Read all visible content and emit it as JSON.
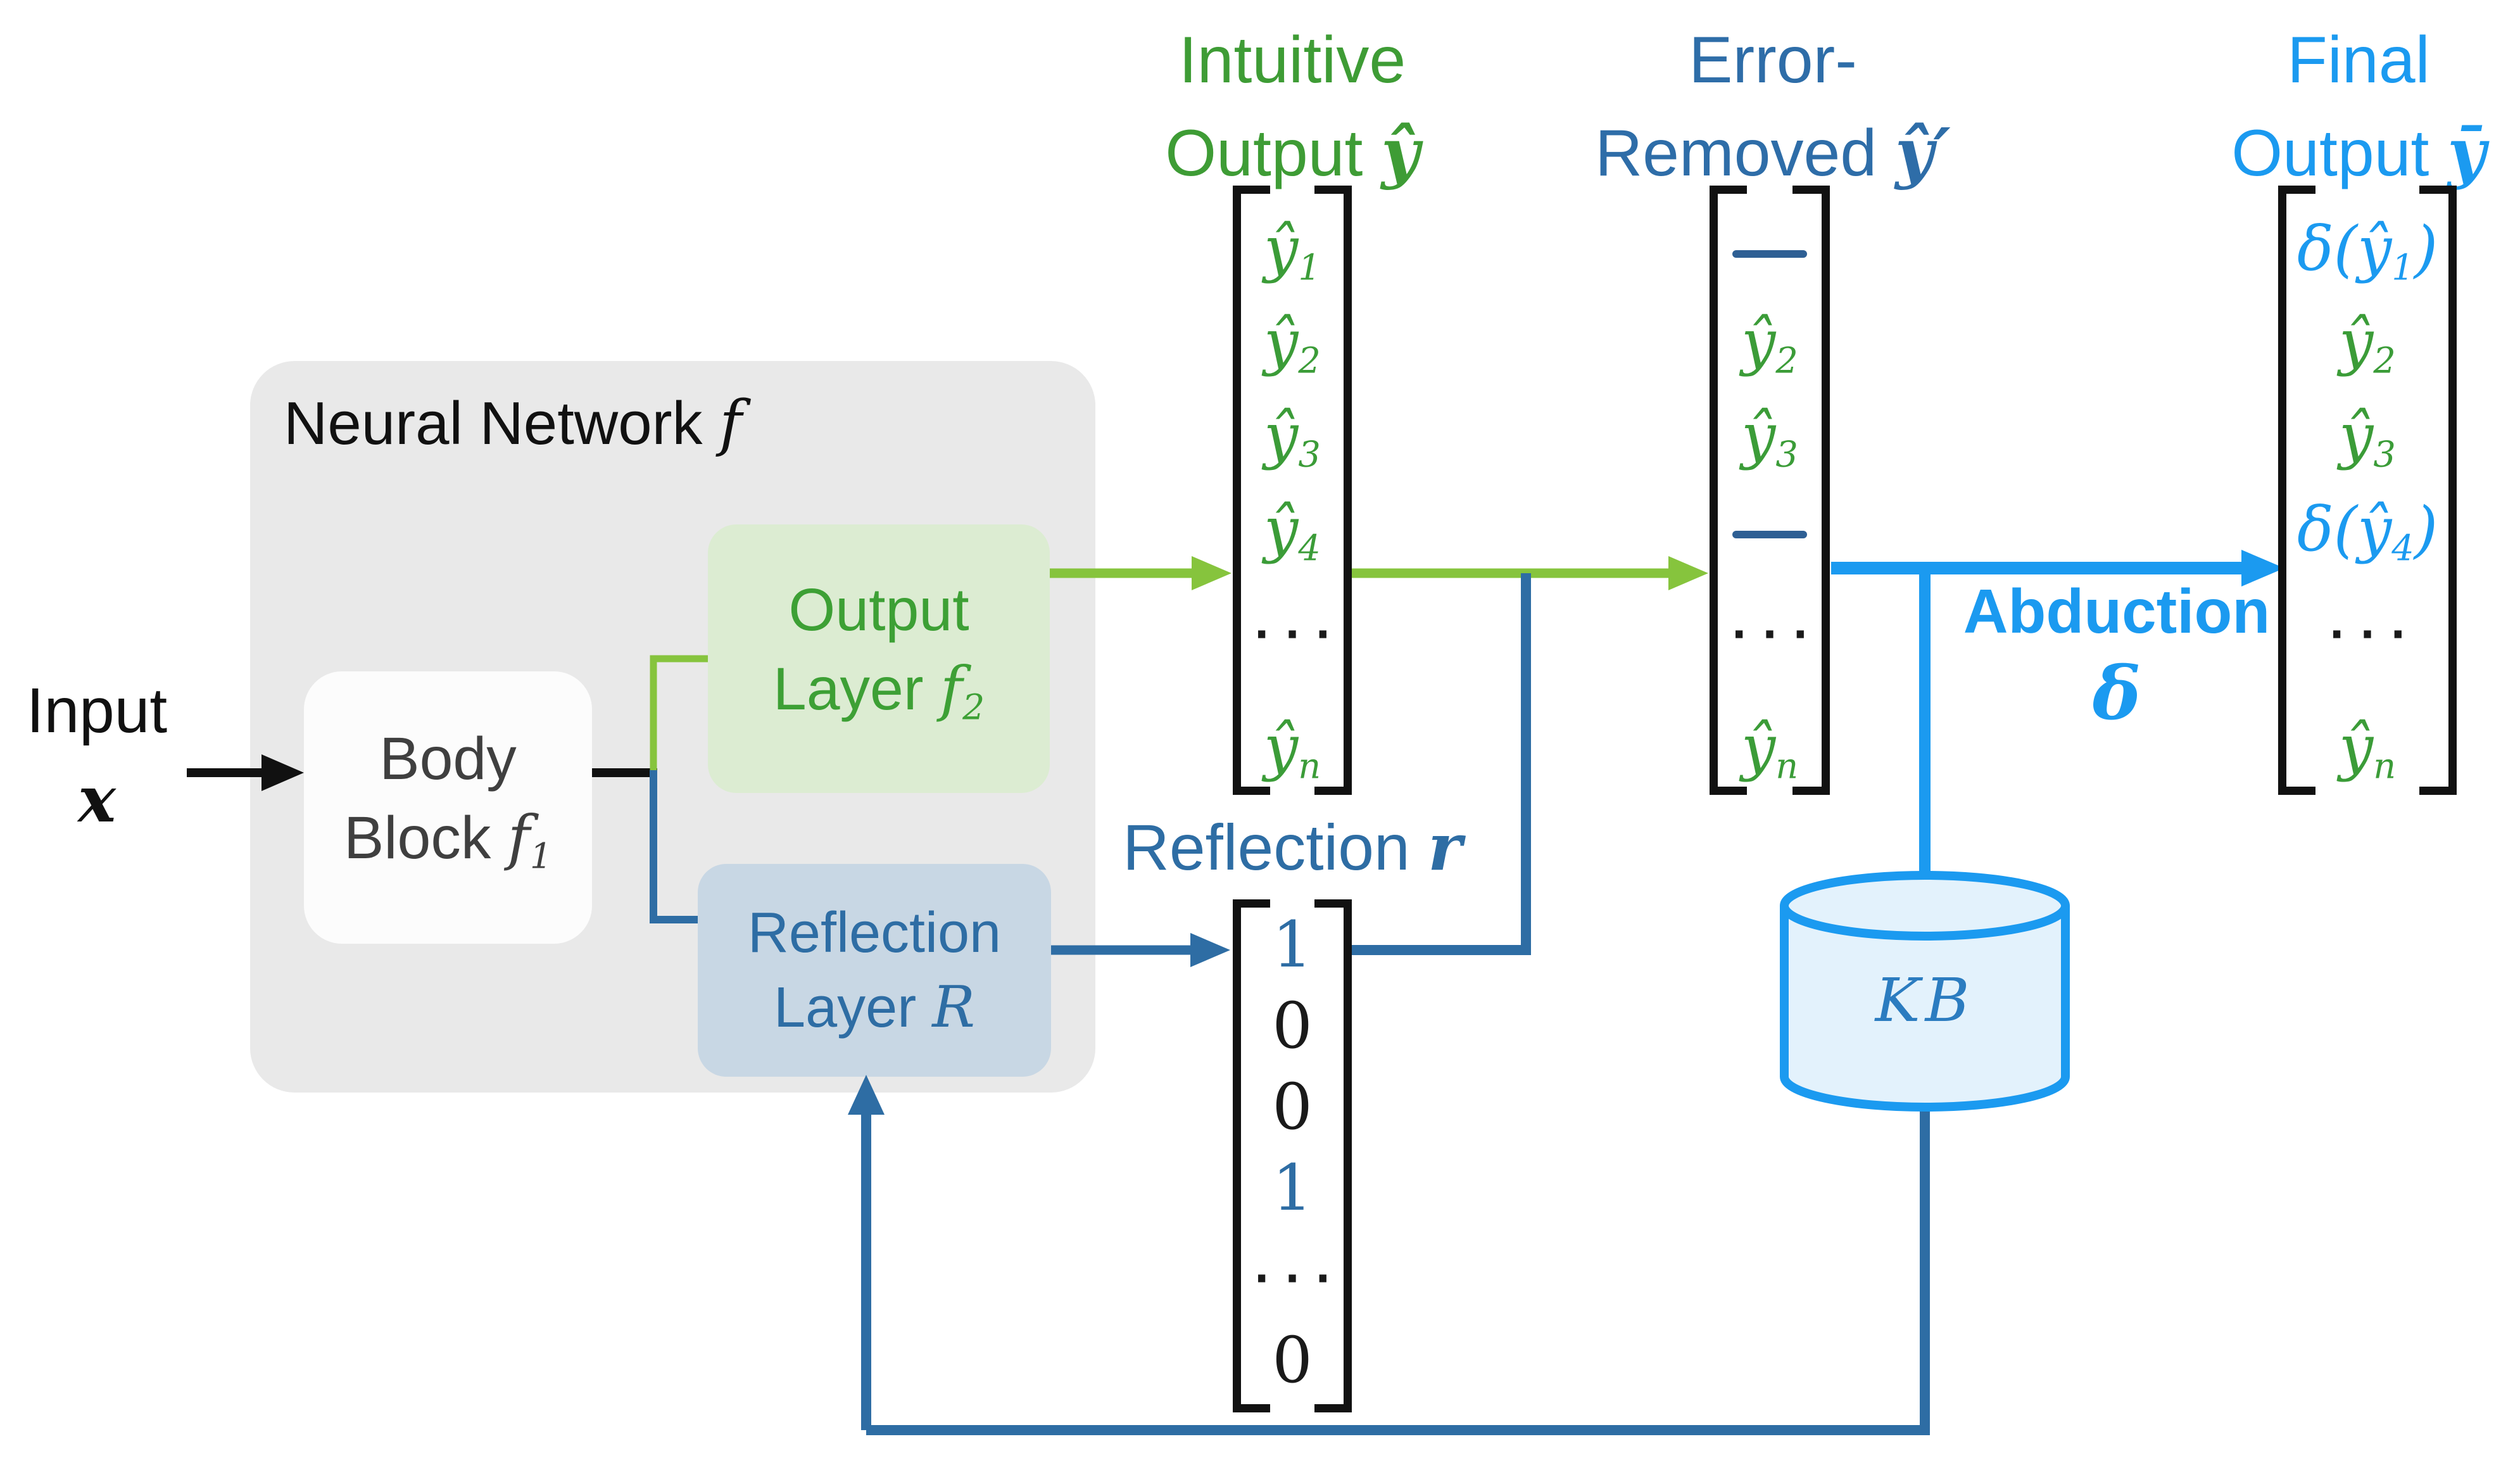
{
  "input": {
    "label": "Input",
    "symbol": "x"
  },
  "nn_box": {
    "title": "Neural Network ",
    "symbol": "f"
  },
  "body_block": {
    "line1": "Body",
    "line2": "Block ",
    "symbol": "f",
    "sub": "1"
  },
  "output_layer": {
    "line1": "Output",
    "line2": "Layer ",
    "symbol": "f",
    "sub": "2"
  },
  "reflection_layer": {
    "line1": "Reflection",
    "line2": "Layer ",
    "symbol": "R"
  },
  "headers": {
    "intuitive": {
      "line1": "Intuitive",
      "line2": "Output ",
      "math": "ŷ"
    },
    "error_removed": {
      "line1": "Error-",
      "line2": "Removed ",
      "math": "ŷ′"
    },
    "final": {
      "line1": "Final",
      "line2": "Output ",
      "math": "ȳ"
    }
  },
  "reflection_title": {
    "label": "Reflection ",
    "math": "r"
  },
  "abduction": {
    "label": "Abduction",
    "math": "δ"
  },
  "kb": {
    "label": "KB"
  },
  "vectors": {
    "intuitive": {
      "rows": [
        {
          "m": "ŷ",
          "s": "1",
          "c": "green"
        },
        {
          "m": "ŷ",
          "s": "2",
          "c": "green"
        },
        {
          "m": "ŷ",
          "s": "3",
          "c": "green"
        },
        {
          "m": "ŷ",
          "s": "4",
          "c": "green"
        },
        {
          "m": "···",
          "c": "dots"
        },
        {
          "m": "ŷ",
          "s": "n",
          "c": "green"
        }
      ]
    },
    "error_removed": {
      "rows": [
        {
          "bar": true
        },
        {
          "m": "ŷ",
          "s": "2",
          "c": "green"
        },
        {
          "m": "ŷ",
          "s": "3",
          "c": "green"
        },
        {
          "bar": true
        },
        {
          "m": "···",
          "c": "dots"
        },
        {
          "m": "ŷ",
          "s": "n",
          "c": "green"
        }
      ]
    },
    "final": {
      "rows": [
        {
          "pre": "δ(",
          "m": "ŷ",
          "s": "1",
          "post": ")",
          "c": "blue"
        },
        {
          "m": "ŷ",
          "s": "2",
          "c": "green"
        },
        {
          "m": "ŷ",
          "s": "3",
          "c": "green"
        },
        {
          "pre": "δ(",
          "m": "ŷ",
          "s": "4",
          "post": ")",
          "c": "blue"
        },
        {
          "m": "···",
          "c": "dots"
        },
        {
          "m": "ŷ",
          "s": "n",
          "c": "green"
        }
      ]
    },
    "reflection": {
      "rows": [
        {
          "m": "1",
          "c": "steel"
        },
        {
          "m": "0",
          "c": "black"
        },
        {
          "m": "0",
          "c": "black"
        },
        {
          "m": "1",
          "c": "steel"
        },
        {
          "m": "···",
          "c": "dots"
        },
        {
          "m": "0",
          "c": "black"
        }
      ]
    }
  },
  "colors": {
    "green_text": "#3e9c35",
    "light_green_line": "#86c43d",
    "steel_blue": "#2e6da4",
    "navy_dash": "#2e5f94",
    "bright_blue": "#1b9af0",
    "kb_fill": "#e3f2fc",
    "gray_box": "#e9e9e9",
    "output_box_fill": "#dcecd2",
    "reflection_box_fill": "#c8d7e4"
  }
}
